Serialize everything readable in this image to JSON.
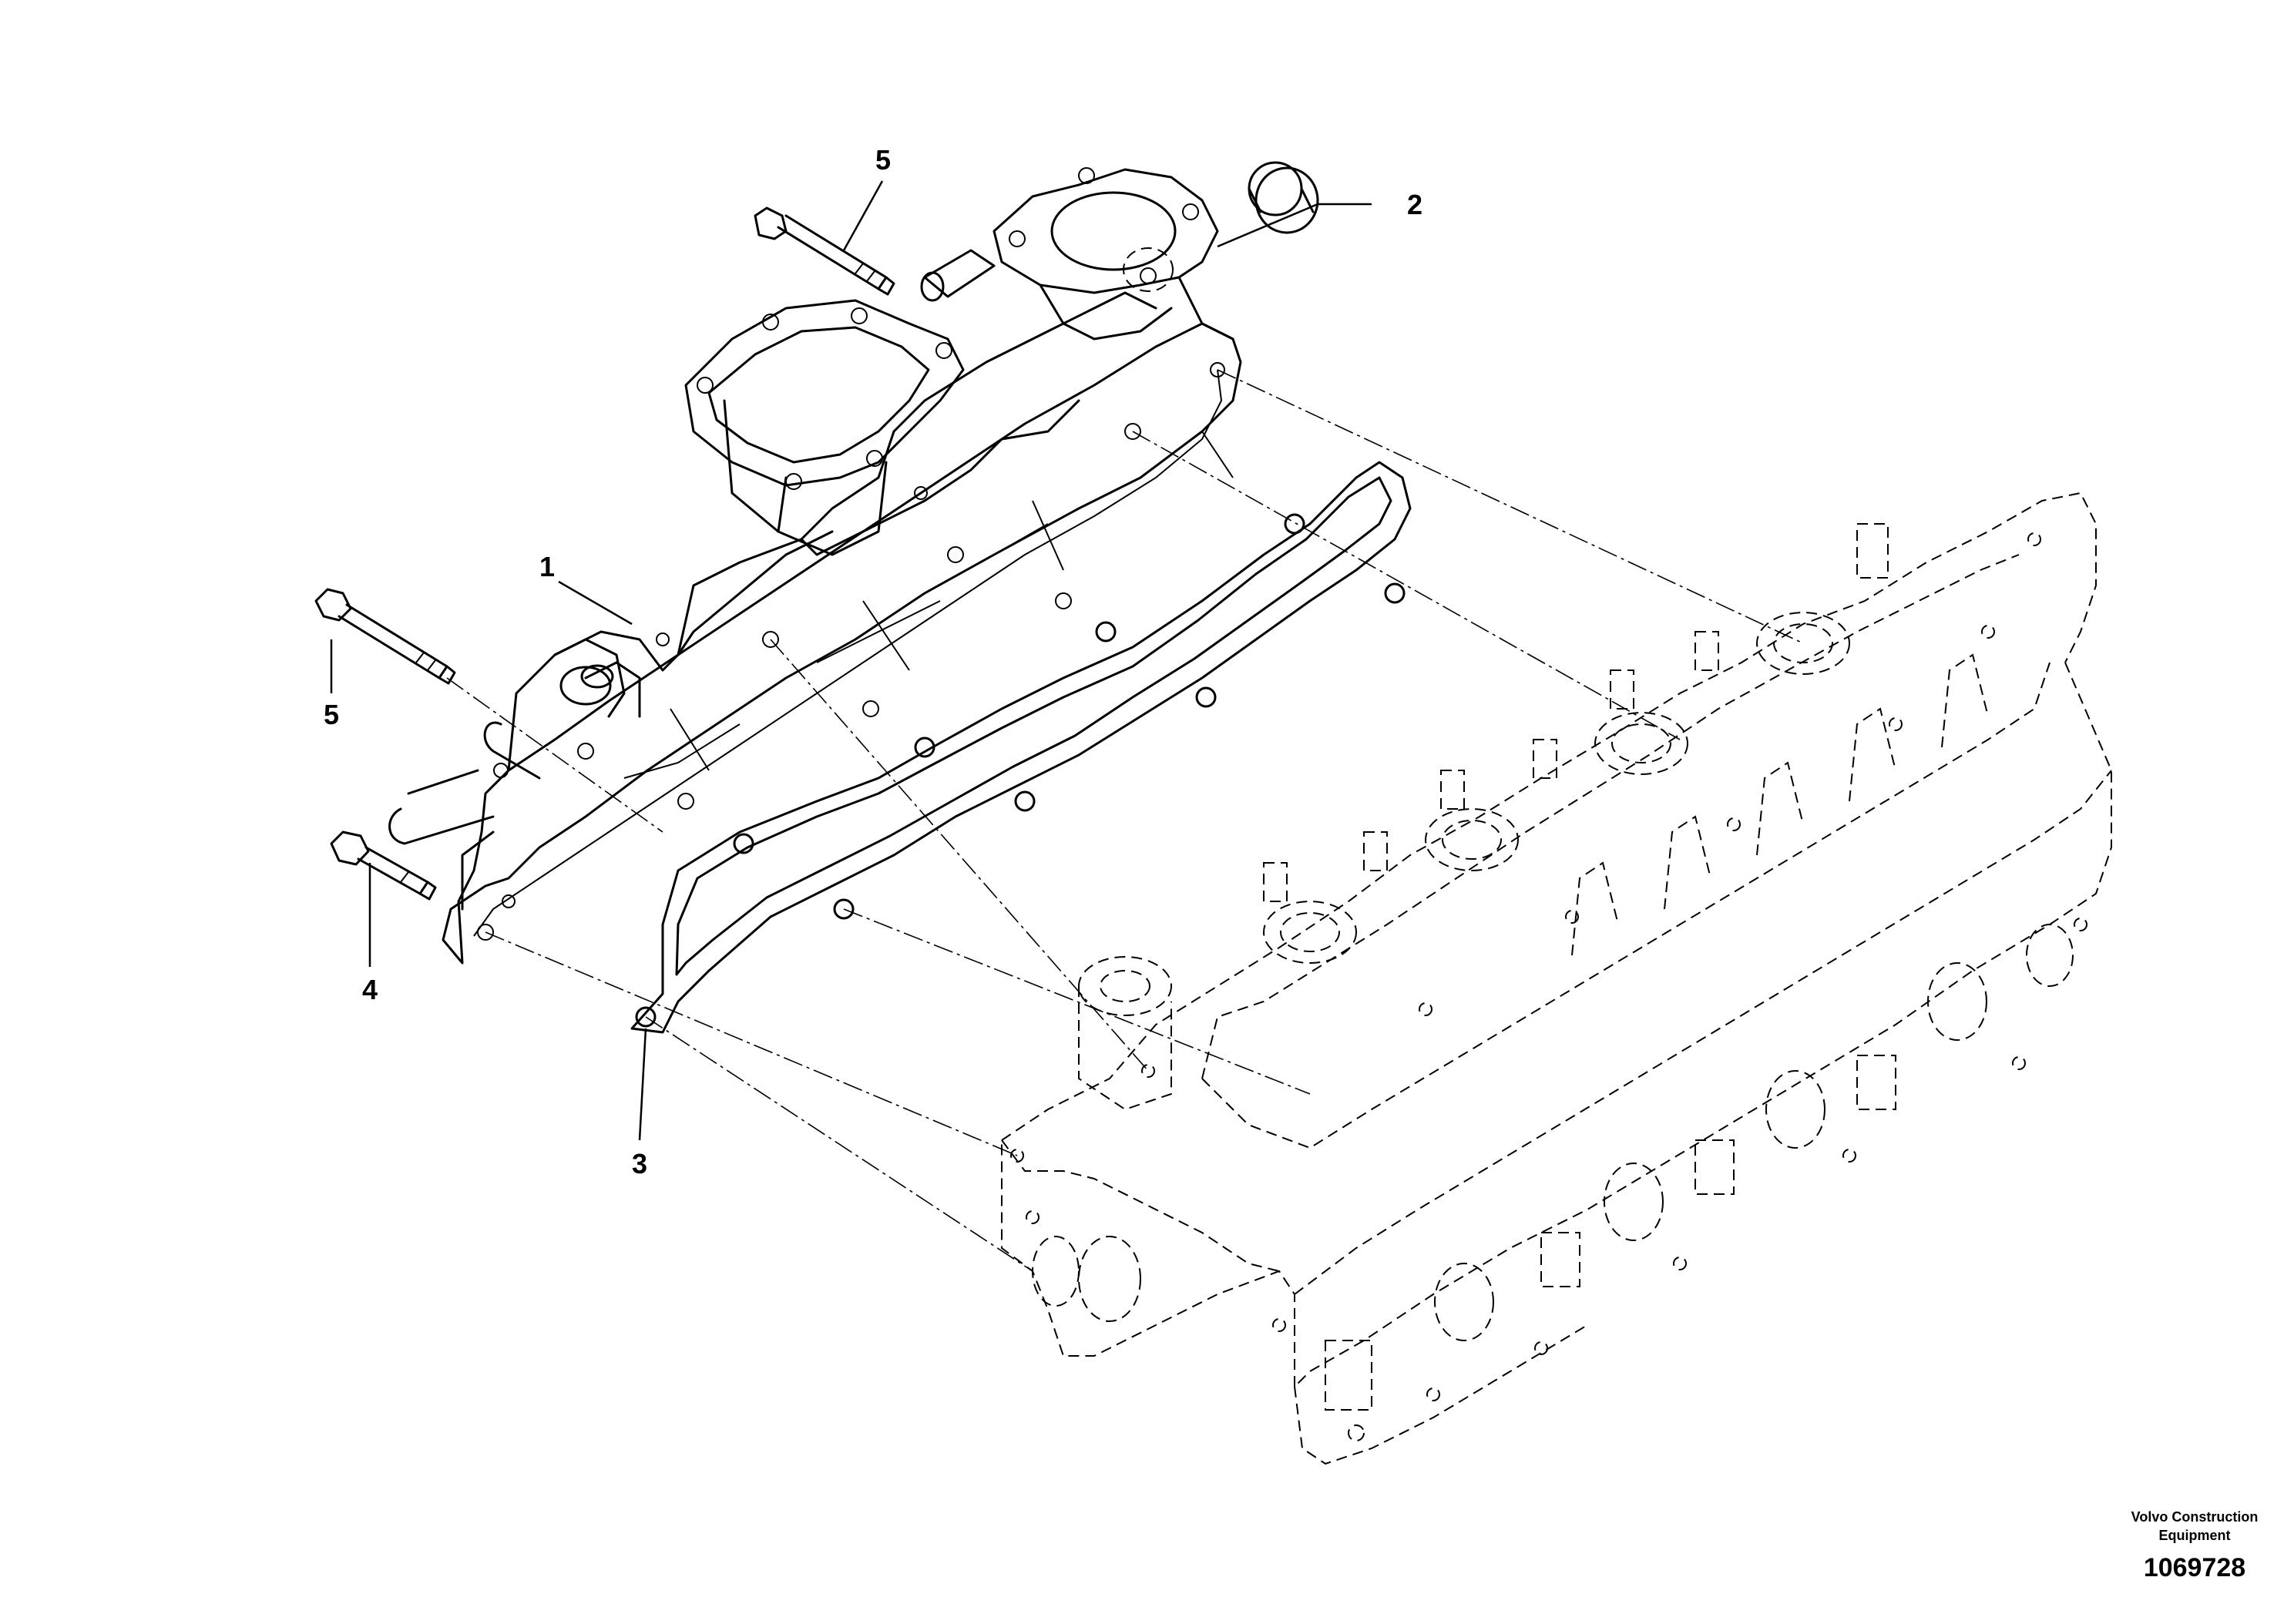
{
  "callouts": [
    {
      "id": "1",
      "text": "1"
    },
    {
      "id": "2",
      "text": "2"
    },
    {
      "id": "3",
      "text": "3"
    },
    {
      "id": "4",
      "text": "4"
    },
    {
      "id": "5a",
      "text": "5"
    },
    {
      "id": "5b",
      "text": "5"
    }
  ],
  "footer": {
    "brand_line1": "Volvo Construction",
    "brand_line2": "Equipment",
    "drawing_number": "1069728"
  }
}
